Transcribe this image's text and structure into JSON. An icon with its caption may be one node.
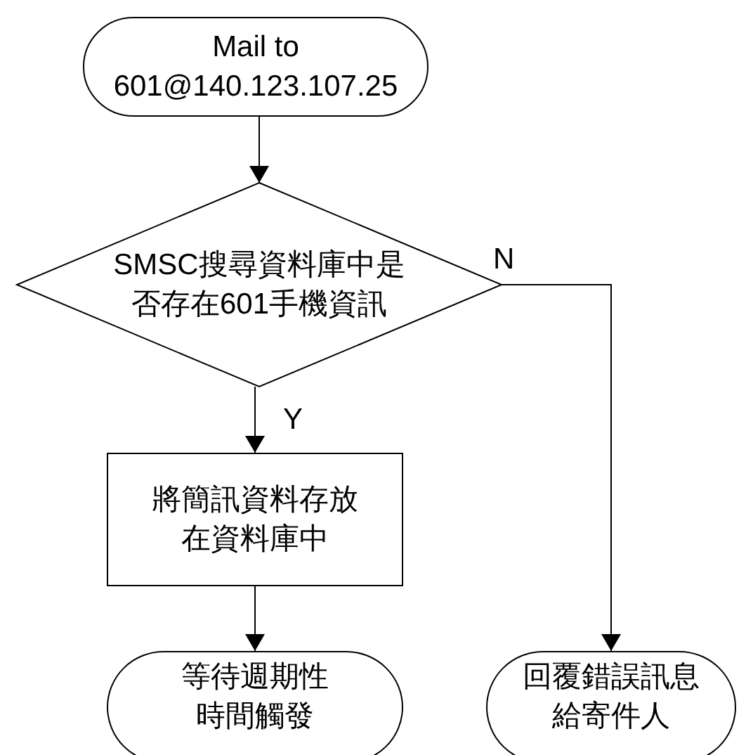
{
  "diagram": {
    "nodes": [
      {
        "text": [
          "Mail to 601@140.123.107.25"
        ]
      },
      {
        "text": [
          "SMSC搜尋資料庫中是否存在601手機資訊"
        ]
      },
      {
        "text": [
          "將簡訊資料存放在資料庫中"
        ]
      },
      {
        "text": [
          "等待週期性時間觸發"
        ]
      },
      {
        "text": [
          "回覆錯誤訊息給寄件人"
        ]
      }
    ],
    "edges": [
      {
        "from": 0,
        "to": 1,
        "arrow": "to"
      },
      {
        "from": 1,
        "to": 2,
        "arrow": "to",
        "label": "Y"
      },
      {
        "from": 2,
        "to": 3,
        "arrow": "to"
      },
      {
        "from": 1,
        "to": 4,
        "arrow": "to",
        "label": "N"
      }
    ]
  }
}
